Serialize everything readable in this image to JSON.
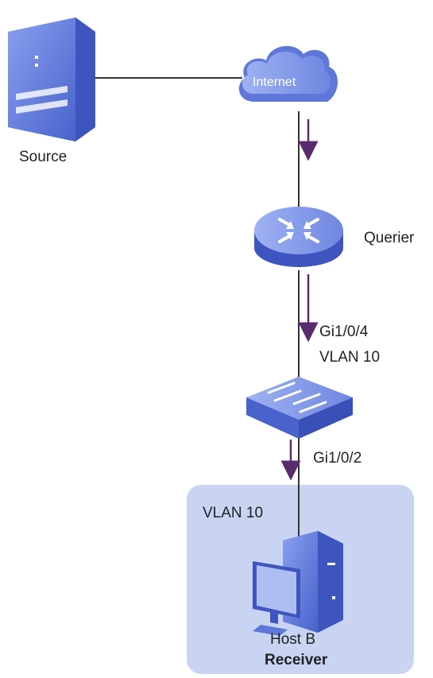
{
  "nodes": {
    "source": {
      "label": "Source"
    },
    "internet": {
      "label": "Internet"
    },
    "querier": {
      "label": "Querier"
    },
    "switch_uplink": {
      "port": "Gi1/0/4",
      "vlan": "VLAN 10"
    },
    "switch_downlink": {
      "port": "Gi1/0/2"
    },
    "vlan_zone": {
      "label": "VLAN 10"
    },
    "host": {
      "name": "Host B",
      "role": "Receiver"
    }
  },
  "colors": {
    "device_light": "#7b91e6",
    "device_dark": "#3f57c2",
    "zone_fill": "#c9d4f2",
    "link": "#333333",
    "arrow": "#5a2a6e"
  }
}
